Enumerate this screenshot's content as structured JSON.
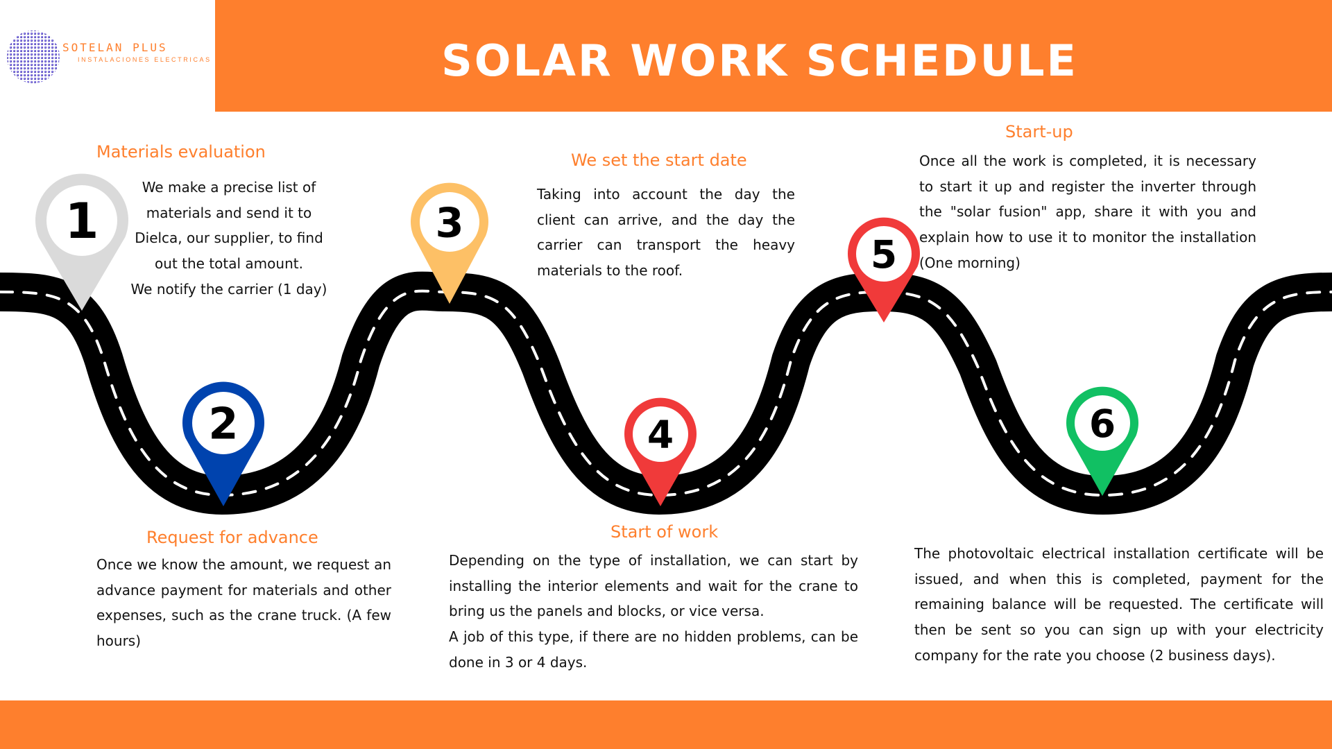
{
  "logo": {
    "name": "SOTELAN PLUS",
    "tagline": "INSTALACIONES ELECTRICAS"
  },
  "header": {
    "title": "SOLAR WORK SCHEDULE"
  },
  "colors": {
    "accent": "#fe7f2d",
    "road": "#000000",
    "pin_1": "#dadada",
    "pin_2": "#0043ae",
    "pin_3": "#fdc066",
    "pin_4": "#f03a3a",
    "pin_5": "#f03a3a",
    "pin_6": "#11c063"
  },
  "steps": [
    {
      "number": "1",
      "title": "Materials evaluation",
      "text": [
        "We make a precise list of materials and send it to Dielca, our supplier, to find out the total amount.",
        "We notify the carrier (1 day)"
      ]
    },
    {
      "number": "2",
      "title": "Request for advance",
      "text": [
        "Once we know the amount, we request an advance payment for materials and other expenses, such as the crane truck. (A few hours)"
      ]
    },
    {
      "number": "3",
      "title": "We set the start date",
      "text": [
        "Taking into account the day the client can arrive, and the day the carrier can transport the heavy materials to the roof."
      ]
    },
    {
      "number": "4",
      "title": "Start of work",
      "text": [
        "Depending on the type of installation, we can start by installing the interior elements and wait for the crane to bring us the panels and blocks, or vice versa.",
        "A job of this type, if there are no hidden problems, can be done in 3 or 4 days."
      ]
    },
    {
      "number": "5",
      "title": "Start-up",
      "text": [
        "Once all the work is completed, it is necessary to start it up and register the inverter through the \"solar fusion\" app, share it with you and explain how to use it to monitor the installation (One morning)"
      ]
    },
    {
      "number": "6",
      "title": "",
      "text": [
        "The photovoltaic electrical installation certificate will be issued, and when this is completed, payment for the remaining balance will be requested. The certificate will then be sent so you can sign up with your electricity company for the rate you choose (2 business days)."
      ]
    }
  ]
}
